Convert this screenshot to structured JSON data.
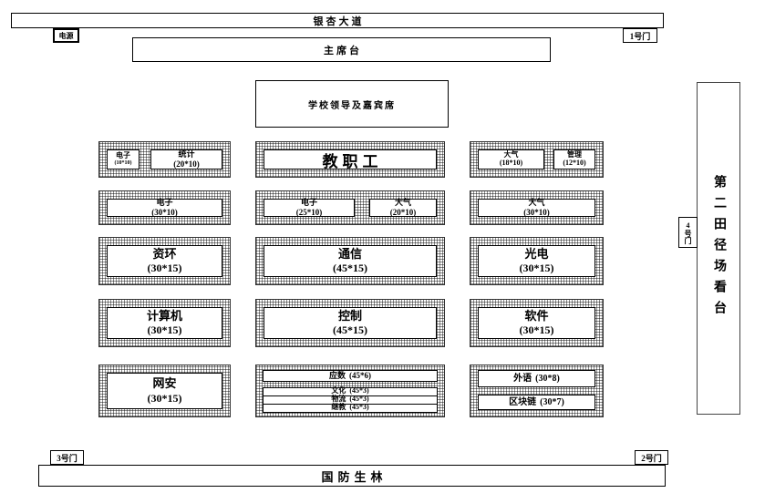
{
  "top": {
    "road_label": "银杏大道",
    "power_label": "电源",
    "gate1_label": "1号门",
    "podium_label": "主席台",
    "vip_label": "学校领导及嘉宾席"
  },
  "right_side": {
    "stand_label": "第二田径场看台",
    "gate4_label": "4号门"
  },
  "bottom": {
    "gate3_label": "3号门",
    "gate2_label": "2号门",
    "forest_label": "国防生林"
  },
  "zones": {
    "r1_dianzi": {
      "name": "电子",
      "size": "(10*10)"
    },
    "r1_tongji": {
      "name": "统计",
      "size": "(20*10)"
    },
    "r1_staff": {
      "name": "教职工"
    },
    "r1_daqi": {
      "name": "大气",
      "size": "(18*10)"
    },
    "r1_guanli": {
      "name": "管理",
      "size": "(12*10)"
    },
    "r2_dianzi": {
      "name": "电子",
      "size": "(30*10)"
    },
    "r2_dianzi_center": {
      "name": "电子",
      "size": "(25*10)"
    },
    "r2_daqi_center": {
      "name": "大气",
      "size": "(20*10)"
    },
    "r2_daqi": {
      "name": "大气",
      "size": "(30*10)"
    },
    "r3_zihuan": {
      "name": "资环",
      "size": "(30*15)"
    },
    "r3_tongxin": {
      "name": "通信",
      "size": "(45*15)"
    },
    "r3_guangdian": {
      "name": "光电",
      "size": "(30*15)"
    },
    "r4_jisuanji": {
      "name": "计算机",
      "size": "(30*15)"
    },
    "r4_kongzhi": {
      "name": "控制",
      "size": "(45*15)"
    },
    "r4_ruanjian": {
      "name": "软件",
      "size": "(30*15)"
    },
    "r5_wangan": {
      "name": "网安",
      "size": "(30*15)"
    },
    "r5_yingshu": {
      "name": "应数",
      "size": "(45*6)"
    },
    "r5_wenhua": {
      "name": "文化",
      "size": "(45*3)"
    },
    "r5_wuliu": {
      "name": "物流",
      "size": "(45*3)"
    },
    "r5_jijiao": {
      "name": "继教",
      "size": "(45*3)"
    },
    "r5_waiyu": {
      "name": "外语",
      "size": "(30*8)"
    },
    "r5_qukuailian": {
      "name": "区块链",
      "size": "(30*7)"
    }
  }
}
